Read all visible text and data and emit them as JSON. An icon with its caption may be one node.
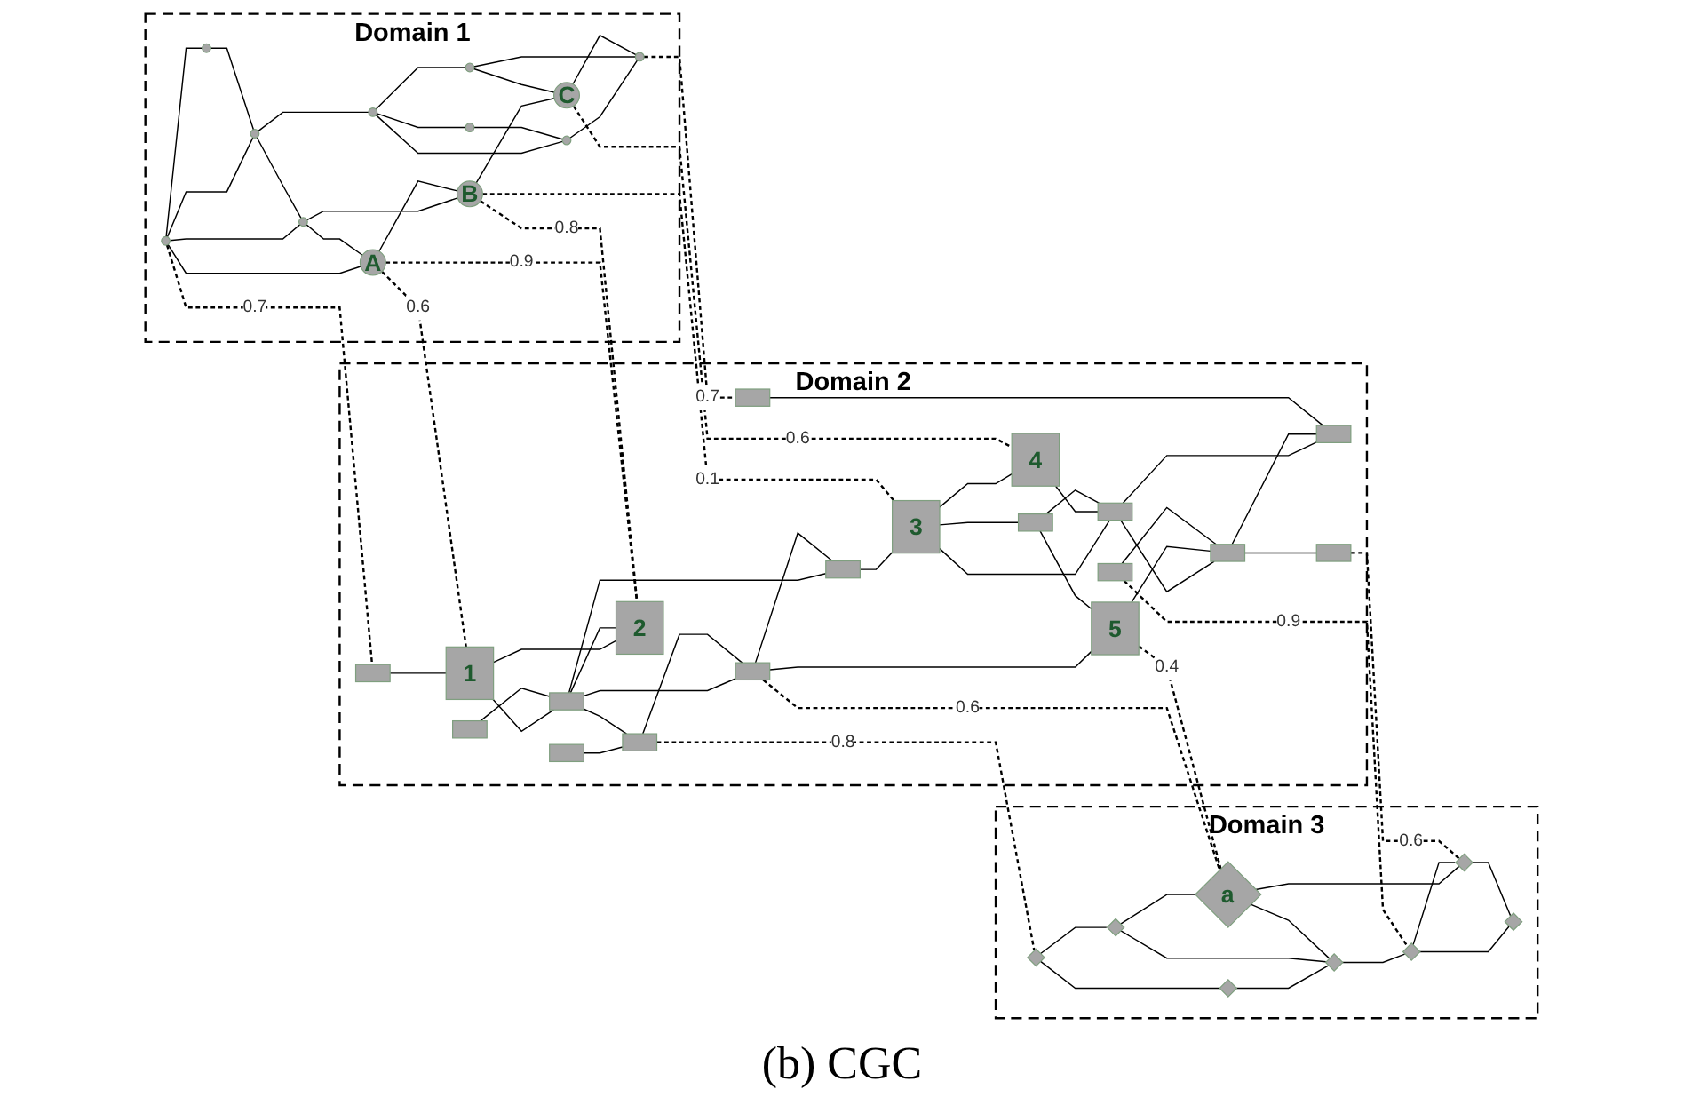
{
  "diagram": {
    "caption": "(b) CGC",
    "nodes": [
      {
        "text": [
          "Domain 1"
        ]
      },
      {
        "text": [],
        "shape": "circle",
        "in": 0
      },
      {
        "text": [
          "A"
        ],
        "in": 0
      },
      {
        "text": [],
        "shape": "circle",
        "in": 0
      },
      {
        "text": [],
        "shape": "circle",
        "in": 0
      },
      {
        "text": [],
        "shape": "circle",
        "in": 0
      },
      {
        "text": [
          "B"
        ],
        "in": 0
      },
      {
        "text": [],
        "shape": "circle",
        "in": 0
      },
      {
        "text": [],
        "shape": "circle",
        "in": 0
      },
      {
        "text": [
          "C"
        ],
        "in": 0
      },
      {
        "text": [],
        "shape": "circle",
        "in": 0
      },
      {
        "text": [],
        "shape": "circle",
        "in": 0
      },
      {
        "text": [],
        "shape": "circle",
        "in": 0
      },
      {
        "text": [
          "Domain 2"
        ]
      },
      {
        "text": [],
        "shape": "box",
        "in": 13
      },
      {
        "text": [],
        "shape": "box",
        "in": 13
      },
      {
        "text": [],
        "shape": "box",
        "in": 13
      },
      {
        "text": [
          "1"
        ],
        "in": 13
      },
      {
        "text": [],
        "shape": "box",
        "in": 13
      },
      {
        "text": [],
        "shape": "box",
        "in": 13
      },
      {
        "text": [],
        "shape": "box",
        "in": 13
      },
      {
        "text": [
          "2"
        ],
        "in": 13
      },
      {
        "text": [],
        "shape": "box",
        "in": 13
      },
      {
        "text": [
          "5"
        ],
        "in": 13
      },
      {
        "text": [],
        "shape": "box",
        "in": 13
      },
      {
        "text": [
          "3"
        ],
        "in": 13
      },
      {
        "text": [],
        "shape": "box",
        "in": 13
      },
      {
        "text": [
          "4"
        ],
        "in": 13
      },
      {
        "text": [],
        "shape": "box",
        "in": 13
      },
      {
        "text": [],
        "shape": "box",
        "in": 13
      },
      {
        "text": [],
        "shape": "box",
        "in": 13
      },
      {
        "text": [],
        "shape": "box",
        "in": 13
      },
      {
        "text": [],
        "shape": "box",
        "in": 13
      },
      {
        "text": [
          "Domain 3"
        ]
      },
      {
        "text": [],
        "shape": "diamond",
        "in": 33
      },
      {
        "text": [],
        "shape": "diamond",
        "in": 33
      },
      {
        "text": [],
        "shape": "diamond",
        "in": 33
      },
      {
        "text": [],
        "shape": "diamond",
        "in": 33
      },
      {
        "text": [
          "a"
        ],
        "in": 33
      },
      {
        "text": [],
        "shape": "diamond",
        "in": 33
      },
      {
        "text": [],
        "shape": "diamond",
        "in": 33
      },
      {
        "text": [],
        "shape": "diamond",
        "in": 33
      }
    ],
    "edges": [
      {
        "from": 1,
        "to": 2,
        "arrow": "none"
      },
      {
        "from": 1,
        "to": 3,
        "arrow": "none"
      },
      {
        "from": 1,
        "to": 4,
        "arrow": "none"
      },
      {
        "from": 1,
        "to": 5,
        "arrow": "none"
      },
      {
        "from": 3,
        "to": 4,
        "arrow": "none"
      },
      {
        "from": 4,
        "to": 5,
        "arrow": "none"
      },
      {
        "from": 5,
        "to": 6,
        "arrow": "none"
      },
      {
        "from": 5,
        "to": 2,
        "arrow": "none"
      },
      {
        "from": 2,
        "to": 6,
        "arrow": "none"
      },
      {
        "from": 6,
        "to": 9,
        "arrow": "none"
      },
      {
        "from": 4,
        "to": 7,
        "arrow": "none"
      },
      {
        "from": 7,
        "to": 8,
        "arrow": "none"
      },
      {
        "from": 8,
        "to": 9,
        "arrow": "none"
      },
      {
        "from": 7,
        "to": 10,
        "arrow": "none"
      },
      {
        "from": 7,
        "to": 11,
        "arrow": "none"
      },
      {
        "from": 10,
        "to": 11,
        "arrow": "none"
      },
      {
        "from": 11,
        "to": 12,
        "arrow": "none"
      },
      {
        "from": 8,
        "to": 12,
        "arrow": "none"
      },
      {
        "from": 9,
        "to": 12,
        "arrow": "none"
      },
      {
        "from": 14,
        "to": 17,
        "arrow": "none"
      },
      {
        "from": 17,
        "to": 21,
        "arrow": "none"
      },
      {
        "from": 17,
        "to": 18,
        "arrow": "none"
      },
      {
        "from": 15,
        "to": 18,
        "arrow": "none"
      },
      {
        "from": 16,
        "to": 19,
        "arrow": "none"
      },
      {
        "from": 18,
        "to": 19,
        "arrow": "none"
      },
      {
        "from": 18,
        "to": 21,
        "arrow": "none"
      },
      {
        "from": 18,
        "to": 22,
        "arrow": "none"
      },
      {
        "from": 18,
        "to": 20,
        "arrow": "none"
      },
      {
        "from": 19,
        "to": 20,
        "arrow": "none"
      },
      {
        "from": 20,
        "to": 22,
        "arrow": "none"
      },
      {
        "from": 20,
        "to": 23,
        "arrow": "none"
      },
      {
        "from": 22,
        "to": 25,
        "arrow": "none"
      },
      {
        "from": 25,
        "to": 24,
        "arrow": "none"
      },
      {
        "from": 24,
        "to": 23,
        "arrow": "none"
      },
      {
        "from": 25,
        "to": 27,
        "arrow": "none"
      },
      {
        "from": 25,
        "to": 28,
        "arrow": "none"
      },
      {
        "from": 27,
        "to": 28,
        "arrow": "none"
      },
      {
        "from": 24,
        "to": 28,
        "arrow": "none"
      },
      {
        "from": 28,
        "to": 29,
        "arrow": "none"
      },
      {
        "from": 28,
        "to": 31,
        "arrow": "none"
      },
      {
        "from": 23,
        "to": 29,
        "arrow": "none"
      },
      {
        "from": 26,
        "to": 29,
        "arrow": "none"
      },
      {
        "from": 29,
        "to": 31,
        "arrow": "none"
      },
      {
        "from": 29,
        "to": 32,
        "arrow": "none"
      },
      {
        "from": 30,
        "to": 31,
        "arrow": "none"
      },
      {
        "from": 34,
        "to": 35,
        "arrow": "none"
      },
      {
        "from": 34,
        "to": 36,
        "arrow": "none"
      },
      {
        "from": 35,
        "to": 37,
        "arrow": "none"
      },
      {
        "from": 36,
        "to": 37,
        "arrow": "none"
      },
      {
        "from": 36,
        "to": 38,
        "arrow": "none"
      },
      {
        "from": 38,
        "to": 37,
        "arrow": "none"
      },
      {
        "from": 37,
        "to": 39,
        "arrow": "none"
      },
      {
        "from": 38,
        "to": 40,
        "arrow": "none"
      },
      {
        "from": 39,
        "to": 40,
        "arrow": "none"
      },
      {
        "from": 39,
        "to": 41,
        "arrow": "none"
      },
      {
        "from": 40,
        "to": 41,
        "arrow": "none"
      },
      {
        "from": 1,
        "to": 14,
        "arrow": "none",
        "label": "0.7",
        "style": "dashed"
      },
      {
        "from": 2,
        "to": 17,
        "arrow": "none",
        "label": "0.6",
        "style": "dashed"
      },
      {
        "from": 2,
        "to": 21,
        "arrow": "none",
        "label": "0.9",
        "style": "dashed"
      },
      {
        "from": 6,
        "to": 21,
        "arrow": "none",
        "label": "0.8",
        "style": "dashed"
      },
      {
        "from": 6,
        "to": 25,
        "arrow": "none",
        "label": "0.1",
        "style": "dashed"
      },
      {
        "from": 9,
        "to": 27,
        "arrow": "none",
        "label": "0.6",
        "style": "dashed"
      },
      {
        "from": 12,
        "to": 30,
        "arrow": "none",
        "label": "0.7",
        "style": "dashed"
      },
      {
        "from": 19,
        "to": 34,
        "arrow": "none",
        "label": "0.8",
        "style": "dashed"
      },
      {
        "from": 20,
        "to": 38,
        "arrow": "none",
        "label": "0.6",
        "style": "dashed"
      },
      {
        "from": 23,
        "to": 38,
        "arrow": "none",
        "label": "0.4",
        "style": "dashed"
      },
      {
        "from": 26,
        "to": 39,
        "arrow": "none",
        "label": "0.9",
        "style": "dashed"
      },
      {
        "from": 32,
        "to": 40,
        "arrow": "none",
        "label": "0.6",
        "style": "dashed"
      }
    ]
  }
}
